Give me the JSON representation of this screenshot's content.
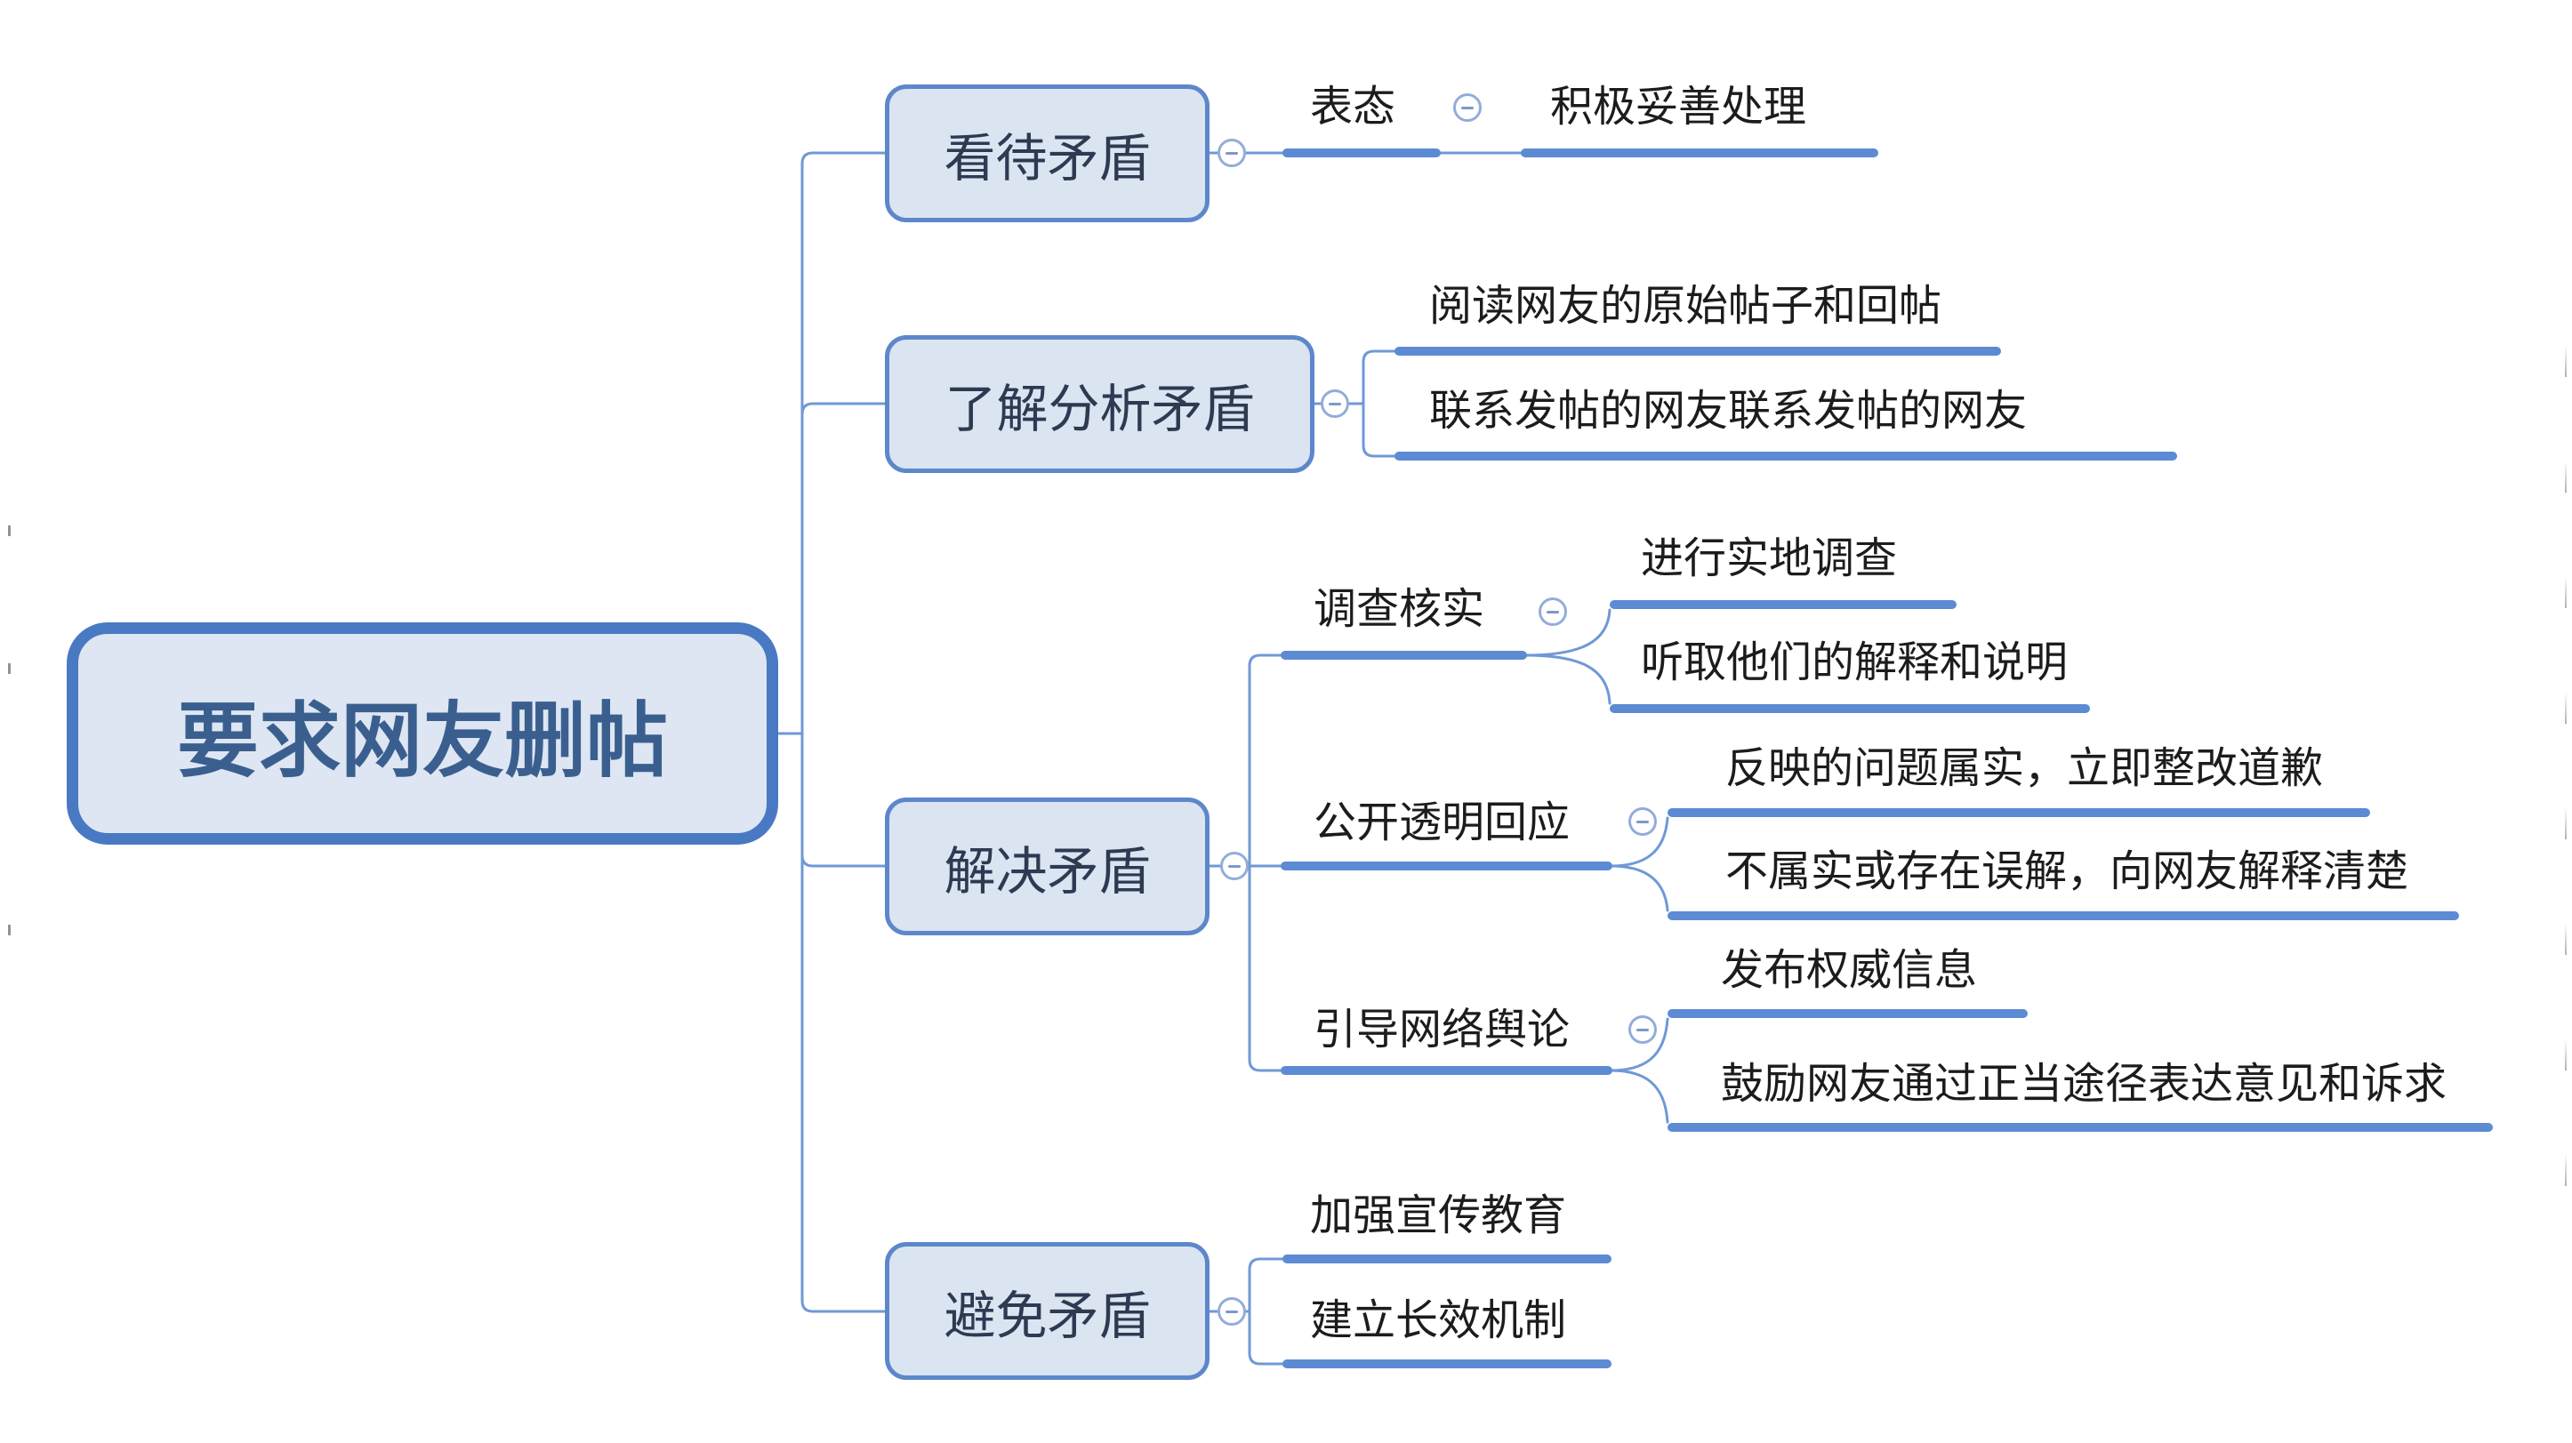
{
  "mindmap": {
    "root": {
      "label": "要求网友删帖"
    },
    "branches": [
      {
        "label": "看待矛盾",
        "children": [
          {
            "label": "表态",
            "children": [
              {
                "label": "积极妥善处理"
              }
            ]
          }
        ]
      },
      {
        "label": "了解分析矛盾",
        "children": [
          {
            "label": "阅读网友的原始帖子和回帖"
          },
          {
            "label": "联系发帖的网友联系发帖的网友"
          }
        ]
      },
      {
        "label": "解决矛盾",
        "children": [
          {
            "label": "调查核实",
            "children": [
              {
                "label": "进行实地调查"
              },
              {
                "label": "听取他们的解释和说明"
              }
            ]
          },
          {
            "label": "公开透明回应",
            "children": [
              {
                "label": "反映的问题属实，立即整改道歉"
              },
              {
                "label": "不属实或存在误解，向网友解释清楚"
              }
            ]
          },
          {
            "label": "引导网络舆论",
            "children": [
              {
                "label": "发布权威信息"
              },
              {
                "label": "鼓励网友通过正当途径表达意见和诉求"
              }
            ]
          }
        ]
      },
      {
        "label": "避免矛盾",
        "children": [
          {
            "label": "加强宣传教育"
          },
          {
            "label": "建立长效机制"
          }
        ]
      }
    ],
    "colors": {
      "accent_bar": "#5c8bd4",
      "connector": "#6f99d6",
      "box_fill": "#dbe4f1",
      "box_border": "#5d87ca",
      "root_border": "#4a79c4",
      "root_fill": "#dde6f2",
      "root_text": "#3a5f8f",
      "leaf_text": "#1c1c1c"
    }
  }
}
